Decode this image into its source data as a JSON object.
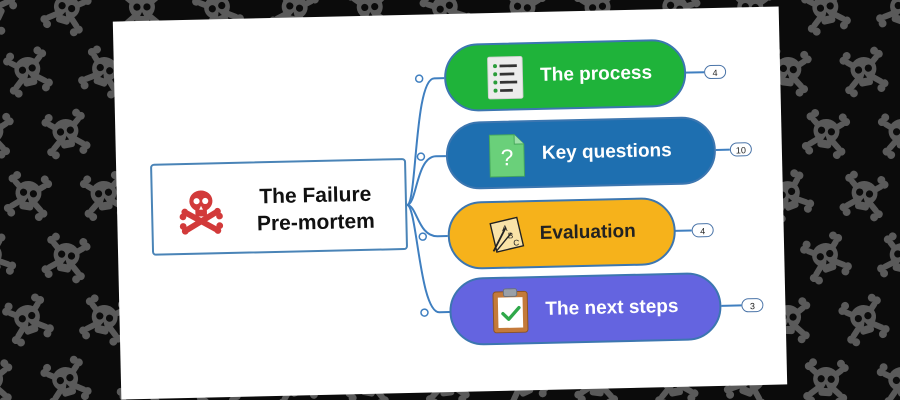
{
  "colors": {
    "background": "#0b0b0b",
    "pattern": "#5a5a5a",
    "card": "#ffffff",
    "connector": "#3f7fc0",
    "node_process": "#1fb33a",
    "node_questions": "#1e6fb0",
    "node_evaluation": "#f6b21b",
    "node_next_steps": "#6464e0",
    "skull_red": "#d23a3a"
  },
  "central": {
    "title_line1": "The Failure",
    "title_line2": "Pre-mortem",
    "icon": "skull-crossbones-icon"
  },
  "branches": [
    {
      "label": "The process",
      "count": "4",
      "icon": "checklist-icon"
    },
    {
      "label": "Key questions",
      "count": "10",
      "icon": "question-document-icon"
    },
    {
      "label": "Evaluation",
      "count": "4",
      "icon": "abc-grading-icon"
    },
    {
      "label": "The next steps",
      "count": "3",
      "icon": "clipboard-check-icon"
    }
  ]
}
